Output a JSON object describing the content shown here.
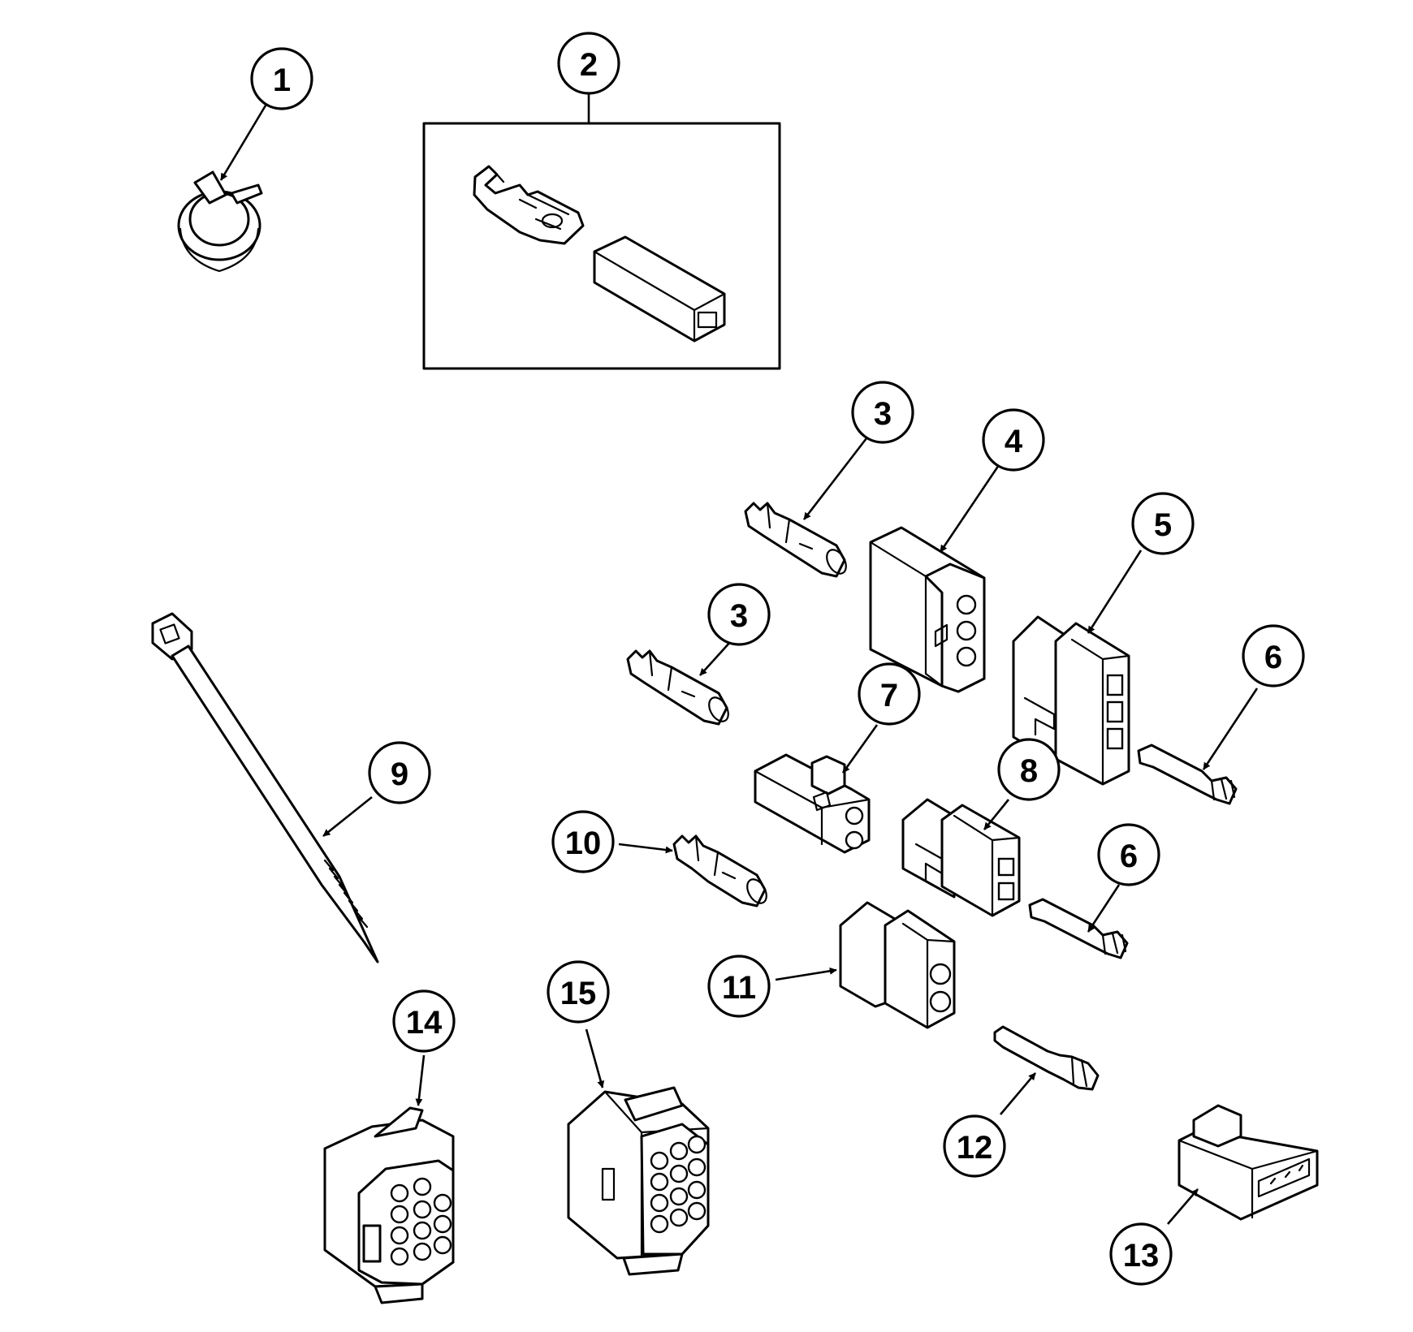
{
  "callouts": [
    {
      "id": "c1",
      "label": "1"
    },
    {
      "id": "c2",
      "label": "2"
    },
    {
      "id": "c3a",
      "label": "3"
    },
    {
      "id": "c3b",
      "label": "3"
    },
    {
      "id": "c4",
      "label": "4"
    },
    {
      "id": "c5",
      "label": "5"
    },
    {
      "id": "c6a",
      "label": "6"
    },
    {
      "id": "c6b",
      "label": "6"
    },
    {
      "id": "c7",
      "label": "7"
    },
    {
      "id": "c8",
      "label": "8"
    },
    {
      "id": "c9",
      "label": "9"
    },
    {
      "id": "c10",
      "label": "10"
    },
    {
      "id": "c11",
      "label": "11"
    },
    {
      "id": "c12",
      "label": "12"
    },
    {
      "id": "c13",
      "label": "13"
    },
    {
      "id": "c14",
      "label": "14"
    },
    {
      "id": "c15",
      "label": "15"
    }
  ]
}
